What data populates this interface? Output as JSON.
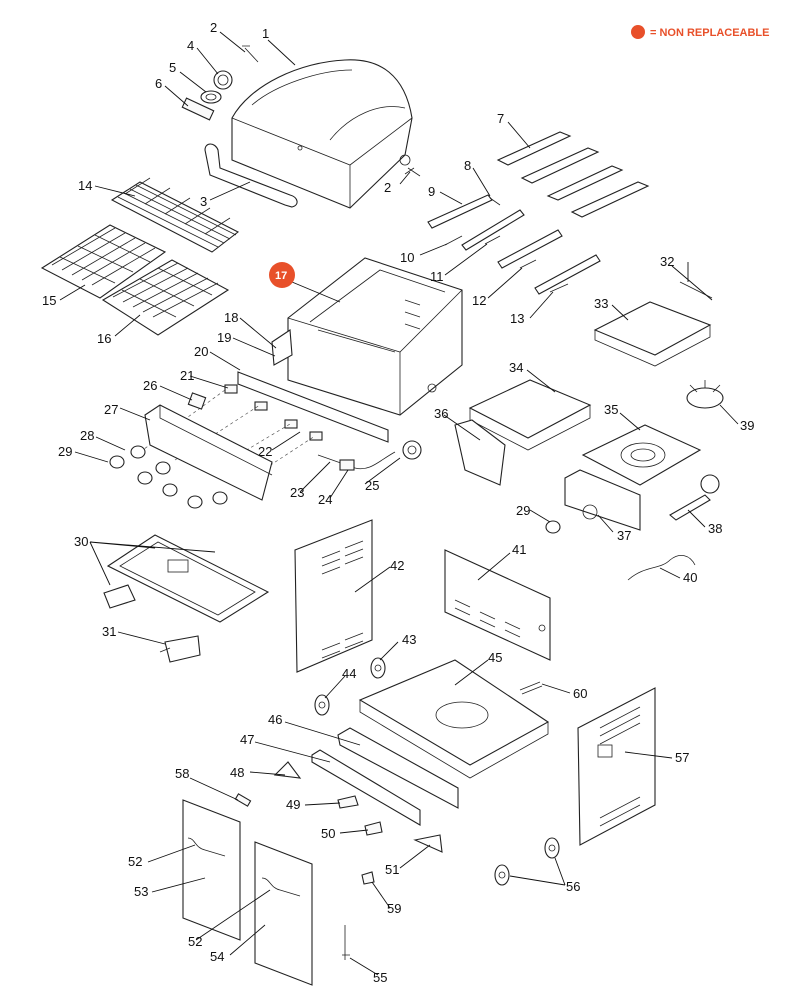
{
  "legend": {
    "text": "= NON REPLACEABLE",
    "color": "#e8502a"
  },
  "parts": {
    "p1": "1",
    "p2a": "2",
    "p2b": "2",
    "p3": "3",
    "p4": "4",
    "p5": "5",
    "p6": "6",
    "p7": "7",
    "p8": "8",
    "p9": "9",
    "p10": "10",
    "p11": "11",
    "p12": "12",
    "p13": "13",
    "p14": "14",
    "p15": "15",
    "p16": "16",
    "p17": "17",
    "p18": "18",
    "p19": "19",
    "p20": "20",
    "p21": "21",
    "p22": "22",
    "p23": "23",
    "p24": "24",
    "p25": "25",
    "p26": "26",
    "p27": "27",
    "p28": "28",
    "p29a": "29",
    "p29b": "29",
    "p30": "30",
    "p31": "31",
    "p32": "32",
    "p33": "33",
    "p34": "34",
    "p35": "35",
    "p36": "36",
    "p37": "37",
    "p38": "38",
    "p39": "39",
    "p40": "40",
    "p41": "41",
    "p42": "42",
    "p43": "43",
    "p44": "44",
    "p45": "45",
    "p46": "46",
    "p47": "47",
    "p48": "48",
    "p49": "49",
    "p50": "50",
    "p51": "51",
    "p52a": "52",
    "p52b": "52",
    "p53": "53",
    "p54": "54",
    "p55": "55",
    "p56": "56",
    "p57": "57",
    "p58": "58",
    "p59": "59",
    "p60": "60"
  }
}
